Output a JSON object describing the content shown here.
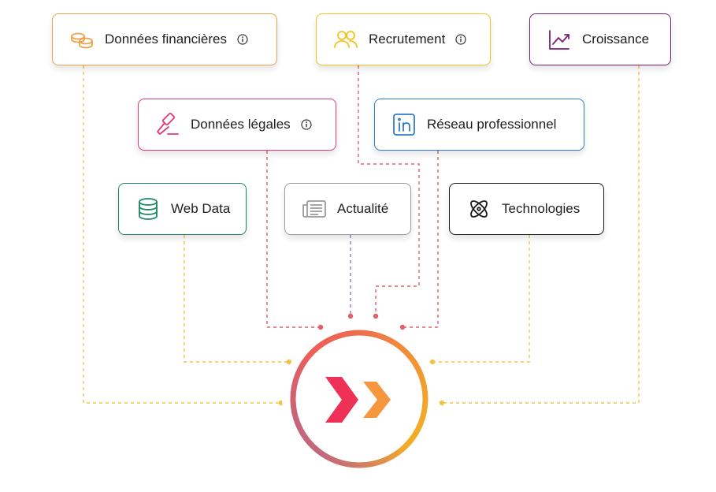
{
  "colors": {
    "orange": "#f0a24a",
    "yellow": "#f2c21f",
    "purple": "#7a1e78",
    "pink": "#e33a73",
    "blue": "#2f7cc7",
    "green": "#17895d",
    "gray": "#9a9a9a",
    "dark": "#1a1a1a",
    "wire_yellow": "#f4c245",
    "wire_red": "#e2606a",
    "wire_purple": "#9a7ac8"
  },
  "nodes": {
    "financial": {
      "label": "Données financières",
      "icon": "coins-icon",
      "info": true
    },
    "recruitment": {
      "label": "Recrutement",
      "icon": "users-icon",
      "info": true
    },
    "growth": {
      "label": "Croissance",
      "icon": "chart-line-icon",
      "info": false
    },
    "legal": {
      "label": "Données légales",
      "icon": "gavel-icon",
      "info": true
    },
    "network": {
      "label": "Réseau professionnel",
      "icon": "linkedin-icon",
      "info": false
    },
    "webdata": {
      "label": "Web Data",
      "icon": "database-icon",
      "info": false
    },
    "news": {
      "label": "Actualité",
      "icon": "newspaper-icon",
      "info": false
    },
    "tech": {
      "label": "Technologies",
      "icon": "atom-icon",
      "info": false
    }
  },
  "hub": {
    "icon": "double-chevron-logo-icon"
  }
}
